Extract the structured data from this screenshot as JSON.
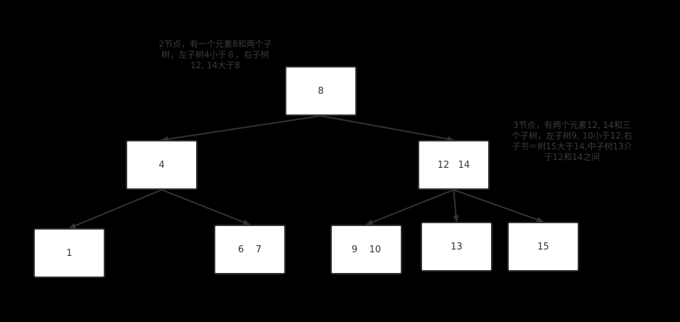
{
  "colors": {
    "background": "#000000",
    "node_fill": "#ffffff",
    "node_border": "#333333",
    "edge": "#333333",
    "text": "#333333",
    "note_text": "#3c3c3c"
  },
  "nodes": {
    "root": "8",
    "left": "4",
    "right": "12   14",
    "left_left": "1",
    "left_right": "6    7",
    "right_left": "9    10",
    "right_mid": "13",
    "right_right": "15"
  },
  "notes": {
    "two_node": "2节点，有一个元素8和两个子\n树，左子树4小于８，右子树\n12, 14大于8",
    "three_node": "3节点，有两个元素12, 14和三\n个子树，左子树9, 10小于12,右\n子书＝树15大于14,中子树13介\n于12和14之间"
  },
  "edges": [
    [
      "root",
      "left"
    ],
    [
      "root",
      "right"
    ],
    [
      "left",
      "left_left"
    ],
    [
      "left",
      "left_right"
    ],
    [
      "right",
      "right_left"
    ],
    [
      "right",
      "right_mid"
    ],
    [
      "right",
      "right_right"
    ]
  ]
}
